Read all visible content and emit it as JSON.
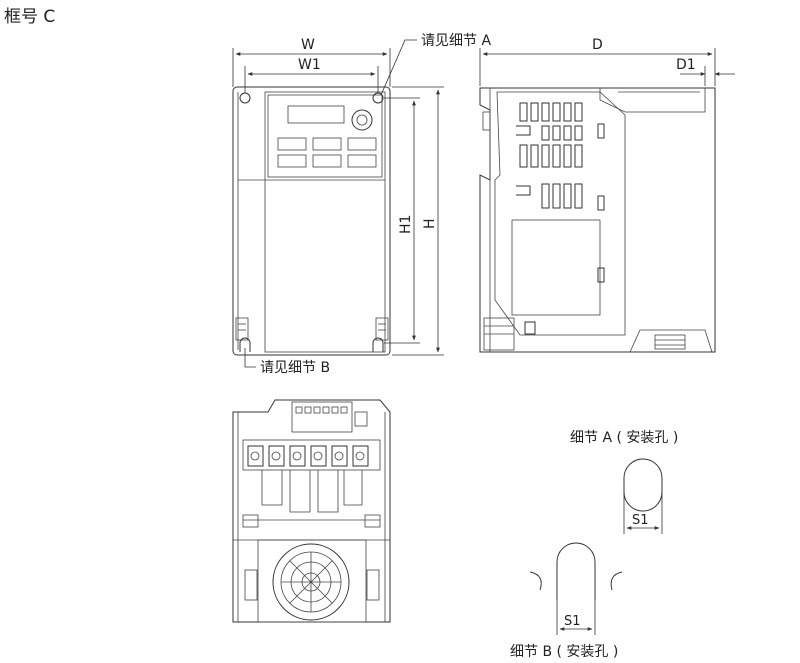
{
  "frame_title": "框号 C",
  "front_view": {
    "dim_w": "W",
    "dim_w1": "W1",
    "dim_h": "H",
    "dim_h1": "H1",
    "callout_a": "请见细节 A",
    "callout_b": "请见细节 B"
  },
  "side_view": {
    "dim_d": "D",
    "dim_d1": "D1"
  },
  "detail_a": {
    "title": "细节 A ( 安装孔 )",
    "dim": "S1"
  },
  "detail_b": {
    "title": "细节 B ( 安装孔 )",
    "dim": "S1"
  },
  "colors": {
    "line": "#333333",
    "background": "#ffffff"
  }
}
